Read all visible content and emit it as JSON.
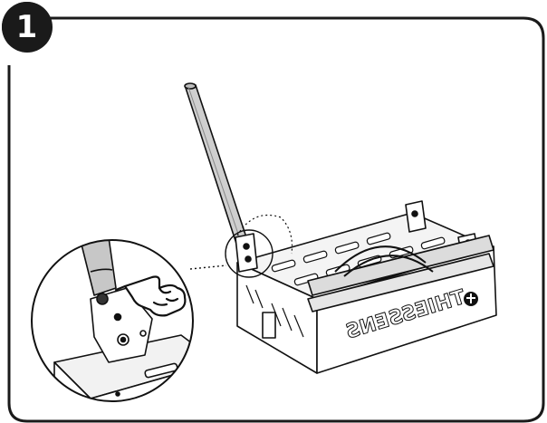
{
  "step": {
    "number": "1"
  },
  "machine": {
    "brand_label": "THIESSENS",
    "logo": "company-logo"
  },
  "icons": {
    "hand": "pointing-hand-icon",
    "bolt": "bolt-icon"
  },
  "colors": {
    "frame": "#1a1a1a",
    "pole": "#c7c7c7",
    "body": "#ffffff",
    "outline": "#111111"
  }
}
